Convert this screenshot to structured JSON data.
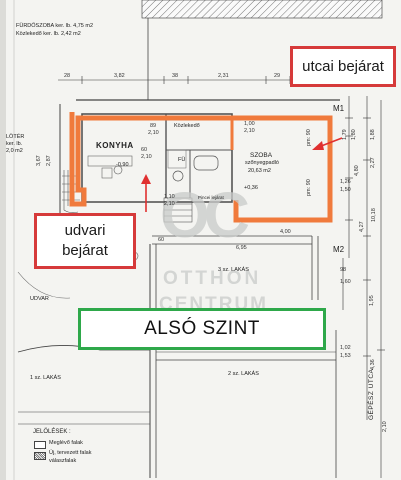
{
  "header": {
    "bathroom_title": "FÜRDŐSZOBA  ker. lb. 4,75 m2",
    "corridor_title": "Közlekedő  ker. lb. 2,42 m2"
  },
  "callouts": {
    "street_entrance": "utcai bejárat",
    "yard_entrance_line1": "udvari",
    "yard_entrance_line2": "bejárat"
  },
  "floor_label": "ALSÓ SZINT",
  "watermark": {
    "logo": "OC",
    "line1": "OTTHON",
    "line2": "CENTRUM"
  },
  "rooms": {
    "kitchen": "KONYHA",
    "corridor": "Közlekedő",
    "bath": "FÜ",
    "room_name": "SZOBA",
    "room_floor": "szőnyegpadló",
    "room_area": "20,63 m2",
    "lobby_name": "LÖTÉR",
    "lobby_sub": "ker. lb.",
    "lobby_area": "2,0 m2",
    "apartment_3": "3 sz. LAKÁS",
    "apartment_1": "1 sz. LAKÁS",
    "apartment_2": "2 sz. LAKÁS",
    "yard": "UDVAR",
    "street": "GÉPÉSZ UTCA",
    "stair": "Pincei lejárat"
  },
  "markers": {
    "m1": "M1",
    "m2": "M2"
  },
  "levels": {
    "kitchen": "-0,90",
    "room": "+0,36"
  },
  "dims": {
    "top_28": "28",
    "top_382": "3,82",
    "top_38": "38",
    "top_231": "2,31",
    "top_29": "29",
    "d_89": "89",
    "d_210a": "2,10",
    "d_100": "1,00",
    "d_210b": "2,10",
    "d_60": "60",
    "d_210c": "2,10",
    "d_90a": "pm: 90",
    "d_90b": "pm: 90",
    "d_110": "1,10",
    "d_210d": "2,10",
    "d_400": "4,00",
    "d_60b": "60",
    "d_695": "6,95",
    "d_98": "98",
    "d_160": "1,60",
    "d_102": "1,02",
    "d_153": "1,53",
    "d_126": "1,26",
    "d_150": "1,50",
    "v_179": "1,79",
    "v_180": "1,80",
    "v_480": "4,80",
    "v_188": "1,88",
    "v_227": "2,27",
    "v_427": "4,27",
    "v_1018": "10,18",
    "v_195": "1,95",
    "v_436": "4,36",
    "v_210": "2,10",
    "l_367": "3,67",
    "l_287": "2,87"
  },
  "legend": {
    "title": "JELÖLÉSEK :",
    "existing": "Meglévő falak",
    "new_line1": "Új, tervezett falak",
    "new_line2": "válaszfalak"
  }
}
